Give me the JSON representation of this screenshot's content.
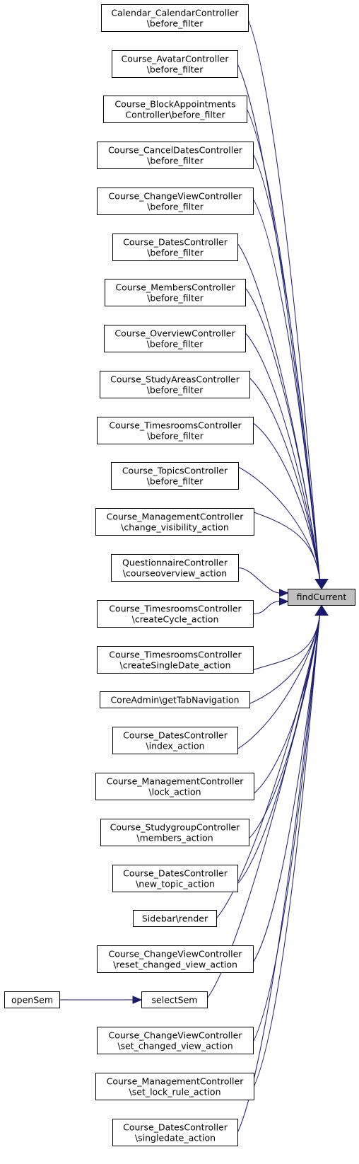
{
  "target": {
    "label": "findCurrent"
  },
  "callers": [
    {
      "line1": "Calendar_CalendarController",
      "line2": "\\before_filter"
    },
    {
      "line1": "Course_AvatarController",
      "line2": "\\before_filter"
    },
    {
      "line1": "Course_BlockAppointments",
      "line2": "Controller\\before_filter"
    },
    {
      "line1": "Course_CancelDatesController",
      "line2": "\\before_filter"
    },
    {
      "line1": "Course_ChangeViewController",
      "line2": "\\before_filter"
    },
    {
      "line1": "Course_DatesController",
      "line2": "\\before_filter"
    },
    {
      "line1": "Course_MembersController",
      "line2": "\\before_filter"
    },
    {
      "line1": "Course_OverviewController",
      "line2": "\\before_filter"
    },
    {
      "line1": "Course_StudyAreasController",
      "line2": "\\before_filter"
    },
    {
      "line1": "Course_TimesroomsController",
      "line2": "\\before_filter"
    },
    {
      "line1": "Course_TopicsController",
      "line2": "\\before_filter"
    },
    {
      "line1": "Course_ManagementController",
      "line2": "\\change_visibility_action"
    },
    {
      "line1": "QuestionnaireController",
      "line2": "\\courseoverview_action"
    },
    {
      "line1": "Course_TimesroomsController",
      "line2": "\\createCycle_action"
    },
    {
      "line1": "Course_TimesroomsController",
      "line2": "\\createSingleDate_action"
    },
    {
      "line1": "CoreAdmin\\getTabNavigation",
      "line2": ""
    },
    {
      "line1": "Course_DatesController",
      "line2": "\\index_action"
    },
    {
      "line1": "Course_ManagementController",
      "line2": "\\lock_action"
    },
    {
      "line1": "Course_StudygroupController",
      "line2": "\\members_action"
    },
    {
      "line1": "Course_DatesController",
      "line2": "\\new_topic_action"
    },
    {
      "line1": "Sidebar\\render",
      "line2": ""
    },
    {
      "line1": "Course_ChangeViewController",
      "line2": "\\reset_changed_view_action"
    },
    {
      "line1": "selectSem",
      "line2": ""
    },
    {
      "line1": "Course_ChangeViewController",
      "line2": "\\set_changed_view_action"
    },
    {
      "line1": "Course_ManagementController",
      "line2": "\\set_lock_rule_action"
    },
    {
      "line1": "Course_DatesController",
      "line2": "\\singledate_action"
    }
  ],
  "extra_caller": {
    "label": "openSem",
    "calls": "selectSem"
  },
  "colors": {
    "edge": "#191970",
    "target_fill": "#bfbfbf",
    "node_fill": "#ffffff",
    "border": "#000000"
  }
}
